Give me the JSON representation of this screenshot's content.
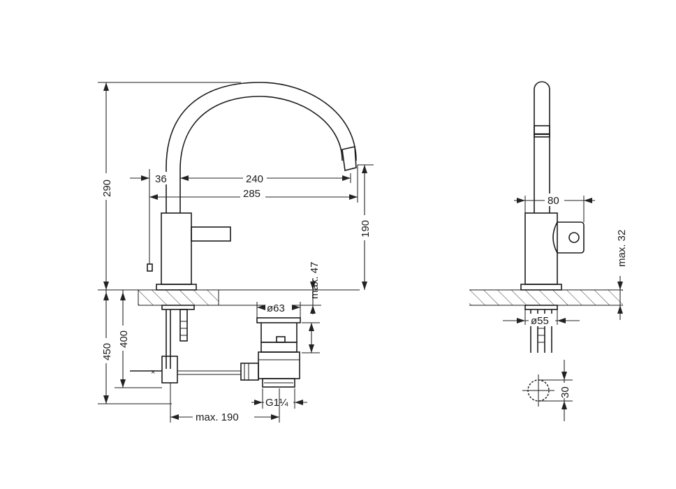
{
  "dimensions": {
    "front": {
      "total_height": "290",
      "spout_offset": "36",
      "spout_reach": "240",
      "total_reach": "285",
      "spout_height": "190",
      "max_deck": "max. 47",
      "below_deck_450": "450",
      "below_deck_400": "400",
      "waste_diameter": "ø63",
      "waste_thread": "G1¼",
      "max_190": "max. 190"
    },
    "side": {
      "depth": "80",
      "max_deck": "max. 32",
      "base_diameter": "ø55",
      "hole_diameter": "30"
    }
  },
  "colors": {
    "line": "#1a1a1a",
    "background": "#ffffff"
  }
}
